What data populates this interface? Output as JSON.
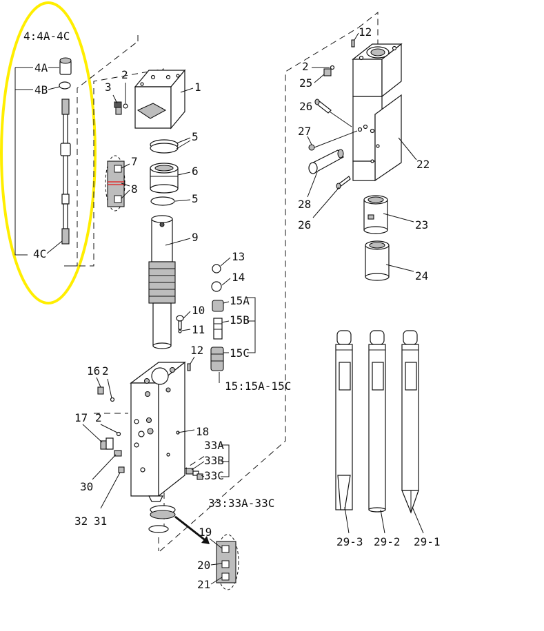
{
  "diagram": {
    "highlight_color": "#ffee00",
    "labels": {
      "group_4": "4:4A-4C",
      "p4A": "4A",
      "p4B": "4B",
      "p4C": "4C",
      "p1": "1",
      "p2a": "2",
      "p3": "3",
      "p5a": "5",
      "p6": "6",
      "p5b": "5",
      "p7": "7",
      "p8": "8",
      "p9": "9",
      "p13": "13",
      "p14": "14",
      "p15A": "15A",
      "p15B": "15B",
      "p15C": "15C",
      "group_15": "15:15A-15C",
      "p10": "10",
      "p11": "11",
      "p12a": "12",
      "p16": "16",
      "p2b": "2",
      "p17": "17",
      "p2c": "2",
      "p18": "18",
      "p33A": "33A",
      "p33B": "33B",
      "p33C": "33C",
      "group_33": "33:33A-33C",
      "p30": "30",
      "p32": "32",
      "p31": "31",
      "p19": "19",
      "p20": "20",
      "p21": "21",
      "p12b": "12",
      "p2d": "2",
      "p25": "25",
      "p26a": "26",
      "p27": "27",
      "p22": "22",
      "p28": "28",
      "p26b": "26",
      "p23": "23",
      "p24": "24",
      "p29_3": "29-3",
      "p29_2": "29-2",
      "p29_1": "29-1"
    }
  }
}
